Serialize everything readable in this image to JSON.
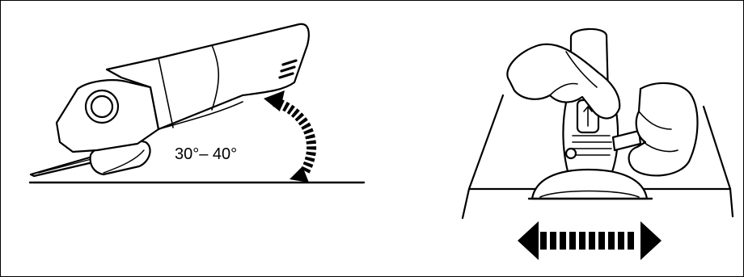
{
  "figure": {
    "angle_label": "30°– 40°",
    "left_panel": "grinder-angle-illustration",
    "right_panel": "grinder-back-and-forth-motion-illustration",
    "colors": {
      "line": "#000000",
      "background": "#ffffff"
    }
  }
}
